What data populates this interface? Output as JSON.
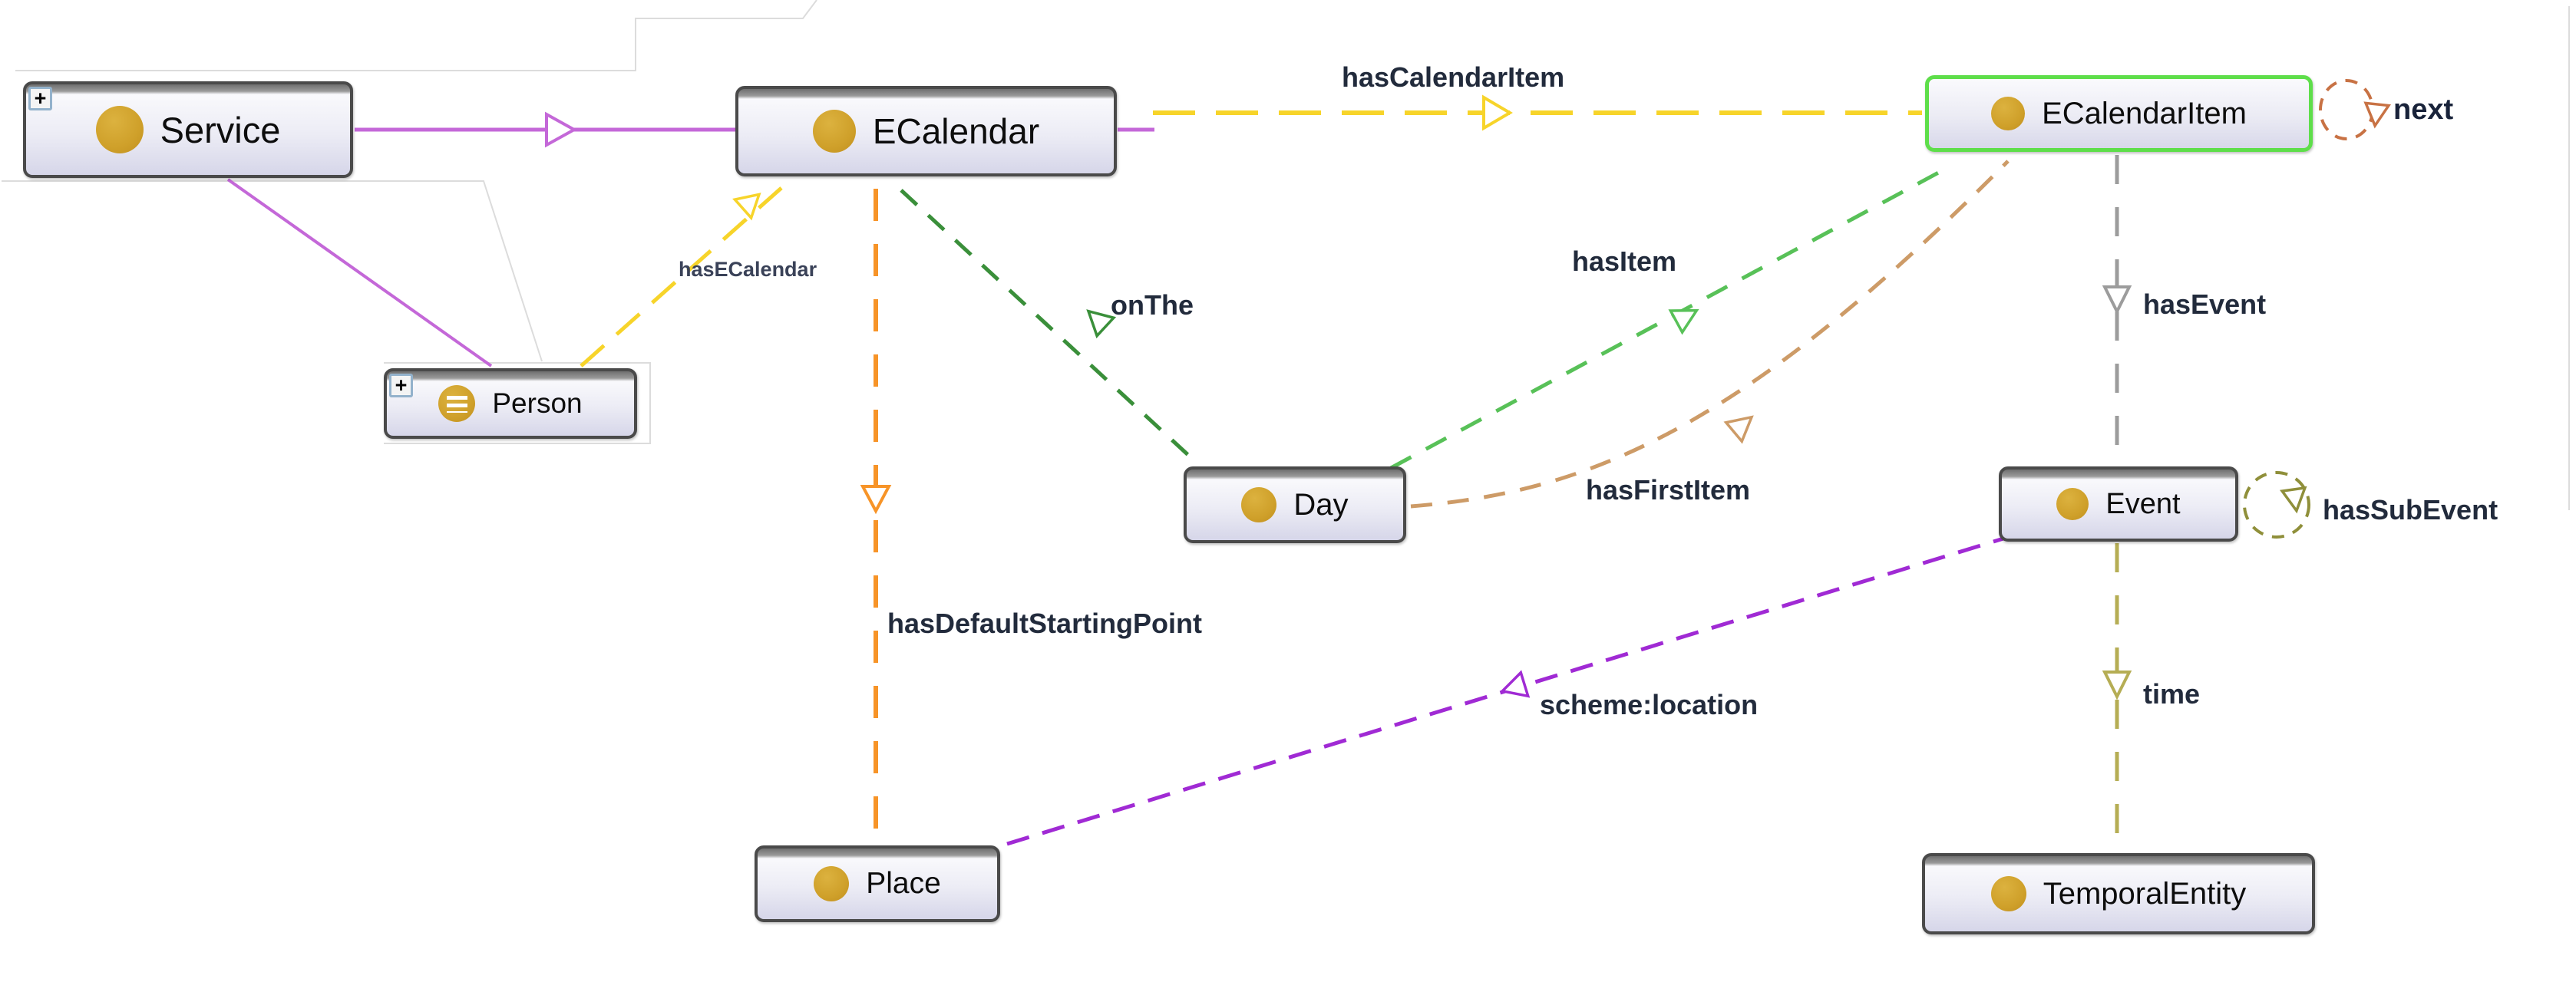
{
  "diagram": {
    "expand_glyph": "+",
    "colors": {
      "background": "#ffffff",
      "node_border": "#4a4a4a",
      "node_fill_top": "#f9f9fc",
      "node_fill_bottom": "#d6d6e9",
      "selection_border": "#5ede4a",
      "class_icon": "#cfa02a",
      "canvas_boundary": "#dcdcdc"
    },
    "nodes": [
      {
        "id": "service",
        "label": "Service",
        "expandable": true,
        "icon": "class-circle",
        "selected": false
      },
      {
        "id": "ecalendar",
        "label": "ECalendar",
        "expandable": false,
        "icon": "class-circle",
        "selected": false
      },
      {
        "id": "ecalendaritem",
        "label": "ECalendarItem",
        "expandable": false,
        "icon": "class-circle",
        "selected": true
      },
      {
        "id": "person",
        "label": "Person",
        "expandable": true,
        "icon": "class-circle-with-individuals",
        "selected": false
      },
      {
        "id": "day",
        "label": "Day",
        "expandable": false,
        "icon": "class-circle",
        "selected": false
      },
      {
        "id": "event",
        "label": "Event",
        "expandable": false,
        "icon": "class-circle",
        "selected": false
      },
      {
        "id": "place",
        "label": "Place",
        "expandable": false,
        "icon": "class-circle",
        "selected": false
      },
      {
        "id": "temporalentity",
        "label": "TemporalEntity",
        "expandable": false,
        "icon": "class-circle",
        "selected": false
      }
    ],
    "edges": [
      {
        "id": "subclass-service-ecalendar",
        "label": "",
        "color": "#c468d8",
        "style": "solid",
        "kind": "subclass",
        "from": "service",
        "to": "ecalendar"
      },
      {
        "id": "subclass-service-person",
        "label": "",
        "color": "#c468d8",
        "style": "solid",
        "kind": "subclass",
        "from": "service",
        "to": "person"
      },
      {
        "id": "hasCalendarItem",
        "label": "hasCalendarItem",
        "color": "#f7d42a",
        "style": "dashed",
        "from": "ecalendar",
        "to": "ecalendaritem"
      },
      {
        "id": "hasECalendar",
        "label": "hasECalendar",
        "color": "#f7d42a",
        "style": "dashed",
        "from": "person",
        "to": "ecalendar"
      },
      {
        "id": "hasDefaultStartingPoint",
        "label": "hasDefaultStartingPoint",
        "color": "#f79428",
        "style": "dashed",
        "from": "ecalendar",
        "to": "place"
      },
      {
        "id": "onThe",
        "label": "onThe",
        "color": "#3a8f3a",
        "style": "dashed",
        "from": "day",
        "to": "ecalendar"
      },
      {
        "id": "hasItem",
        "label": "hasItem",
        "color": "#58c158",
        "style": "dashed",
        "from": "day",
        "to": "ecalendaritem"
      },
      {
        "id": "hasFirstItem",
        "label": "hasFirstItem",
        "color": "#cd9b67",
        "style": "dashed-curve",
        "from": "day",
        "to": "ecalendaritem"
      },
      {
        "id": "next",
        "label": "next",
        "color": "#c87244",
        "style": "dashed-loop",
        "from": "ecalendaritem",
        "to": "ecalendaritem"
      },
      {
        "id": "hasEvent",
        "label": "hasEvent",
        "color": "#9c9c9c",
        "style": "dashed",
        "from": "ecalendaritem",
        "to": "event"
      },
      {
        "id": "hasSubEvent",
        "label": "hasSubEvent",
        "color": "#8f8f3a",
        "style": "dashed-loop",
        "from": "event",
        "to": "event"
      },
      {
        "id": "time",
        "label": "time",
        "color": "#b5ad54",
        "style": "dashed",
        "from": "event",
        "to": "temporalentity"
      },
      {
        "id": "scheme:location",
        "label": "scheme:location",
        "color": "#a02ad4",
        "style": "dashed",
        "from": "event",
        "to": "place"
      }
    ]
  }
}
